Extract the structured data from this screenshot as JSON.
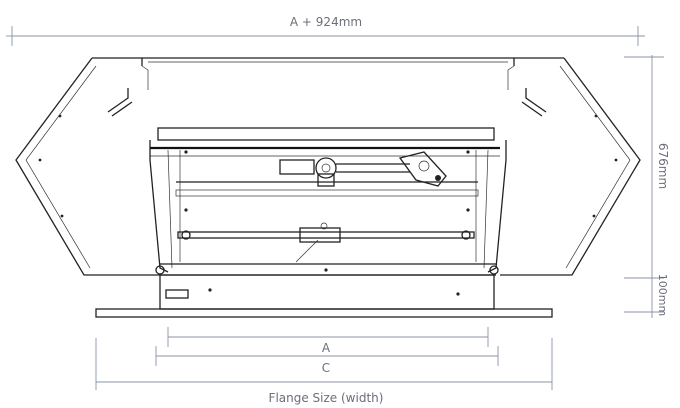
{
  "dimensions": {
    "top_width": "A + 924mm",
    "right_height": "676mm",
    "right_base": "100mm",
    "inner_a": "A",
    "inner_c": "C",
    "flange_label": "Flange Size (width)"
  },
  "colors": {
    "dimension_line": "#8a93a6",
    "label_text": "#6b6f79",
    "drawing_line": "#222222",
    "background": "#ffffff"
  }
}
